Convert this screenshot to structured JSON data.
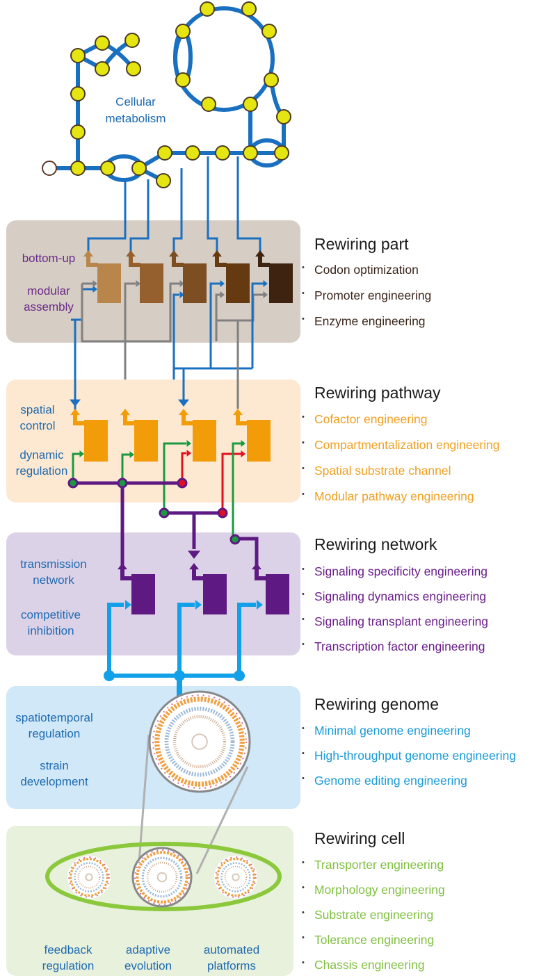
{
  "metabolism": {
    "label_line1": "Cellular",
    "label_line2": "metabolism",
    "line_color": "#1a70c0",
    "node_fill": "#e5e512",
    "node_stroke": "#4a3a20"
  },
  "levels": [
    {
      "id": "part",
      "title": "Rewiring part",
      "panel_color": "#d6cdc4",
      "item_color": "#3a2418",
      "items": [
        "Codon optimization",
        "Promoter engineering",
        "Enzyme engineering"
      ],
      "left_labels": [
        {
          "lines": [
            "bottom-up"
          ],
          "color": "#6a2a8a"
        },
        {
          "lines": [
            "modular",
            "assembly"
          ],
          "color": "#6a2a8a"
        }
      ],
      "gene_colors": [
        "#b8864a",
        "#96602e",
        "#7c4e22",
        "#653a10",
        "#3e2410"
      ]
    },
    {
      "id": "pathway",
      "title": "Rewiring pathway",
      "panel_color": "#fde9d1",
      "item_color": "#f0a020",
      "items": [
        "Cofactor engineering",
        "Compartmentalization engineering",
        "Spatial substrate channel",
        "Modular pathway engineering"
      ],
      "left_labels": [
        {
          "lines": [
            "spatial",
            "control"
          ],
          "color": "#1e6ab0"
        },
        {
          "lines": [
            "dynamic",
            "regulation"
          ],
          "color": "#1e6ab0"
        }
      ],
      "gene_color": "#f39c0a"
    },
    {
      "id": "network",
      "title": "Rewiring network",
      "panel_color": "#dcd2e8",
      "item_color": "#6a1e8a",
      "items": [
        "Signaling specificity engineering",
        "Signaling dynamics engineering",
        "Signaling transplant engineering",
        "Transcription factor engineering"
      ],
      "left_labels": [
        {
          "lines": [
            "transmission",
            "network"
          ],
          "color": "#1e6ab0"
        },
        {
          "lines": [
            "competitive",
            "inhibition"
          ],
          "color": "#1e6ab0"
        }
      ],
      "gene_color": "#5e1a82"
    },
    {
      "id": "genome",
      "title": "Rewiring genome",
      "panel_color": "#d0e8f8",
      "item_color": "#1a9ad8",
      "items": [
        "Minimal genome engineering",
        "High-throughput genome engineering",
        "Genome editing engineering"
      ],
      "left_labels": [
        {
          "lines": [
            "spatiotemporal",
            "regulation"
          ],
          "color": "#1e6ab0"
        },
        {
          "lines": [
            "strain",
            "development"
          ],
          "color": "#1e6ab0"
        }
      ],
      "gene_color": "#0f96e0"
    },
    {
      "id": "cell",
      "title": "Rewiring cell",
      "panel_color": "#e8f1dc",
      "item_color": "#80c040",
      "items": [
        "Transporter engineering",
        "Morphology engineering",
        "Substrate engineering",
        "Tolerance engineering",
        "Chassis engineering"
      ],
      "bottom_labels": [
        {
          "lines": [
            "feedback",
            "regulation"
          ],
          "color": "#1e6ab0"
        },
        {
          "lines": [
            "adaptive",
            "evolution"
          ],
          "color": "#1e6ab0"
        },
        {
          "lines": [
            "automated",
            "platforms"
          ],
          "color": "#1e6ab0"
        }
      ],
      "cell_outline_color": "#8cc83c"
    }
  ],
  "wire_colors": {
    "blue": "#1a70c0",
    "gray": "#808080",
    "green": "#1a9a40",
    "red": "#e01020",
    "purple": "#5e1a82",
    "cyan": "#12a0e8",
    "zoom_line": "#b0b0b0"
  }
}
